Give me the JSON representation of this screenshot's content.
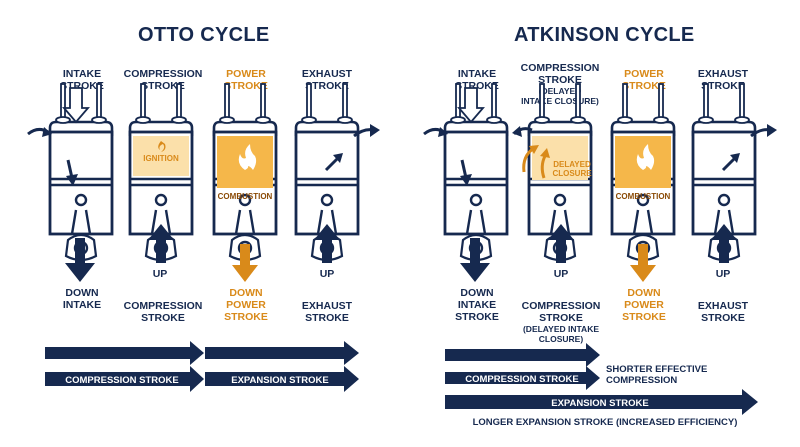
{
  "otto": {
    "title": "OTTO CYCLE",
    "top_labels": [
      "INTAKE\nSTROKE",
      "COMPRESSION\nSTROKE",
      "POWER\nSTROKE",
      "EXHAUST\nSTROKE"
    ],
    "inner_labels": {
      "ignition": "IGNITION",
      "combustion": "COMBUSTION"
    },
    "motion_labels": [
      "DOWN\nINTAKE",
      "UP",
      "DOWN\nPOWER\nSTROKE",
      "UP"
    ],
    "bottom_labels": [
      "COMPRESSION\nSTROKE",
      "EXHAUST\nSTROKE"
    ],
    "bars": {
      "compression": "COMPRESSION STROKE",
      "expansion": "EXPANSION STROKE"
    }
  },
  "atkinson": {
    "title": "ATKINSON CYCLE",
    "top_labels": [
      "INTAKE\nSTROKE",
      "COMPRESSION\nSTROKE",
      "(DELAYED\nINTAKE CLOSURE)",
      "POWER\nSTROKE",
      "EXHAUST\nSTROKE"
    ],
    "inner_labels": {
      "delayed_closure": "DELAYED\nCLOSURE",
      "combustion": "COMBUSTION"
    },
    "motion_labels": [
      "DOWN\nINTAKE\nSTROKE",
      "UP",
      "DOWN\nPOWER\nSTROKE",
      "UP"
    ],
    "bottom_labels": [
      "COMPRESSION\nSTROKE",
      "(DELAYED INTAKE\nCLOSURE)",
      "EXHAUST\nSTROKE"
    ],
    "bars": {
      "compression": "COMPRESSION STROKE",
      "expansion": "EXPANSION STROKE"
    },
    "notes": {
      "shorter": "SHORTER EFFECTIVE\nCOMPRESSION",
      "longer": "LONGER EXPANSION STROKE (INCREASED EFFICIENCY)"
    }
  },
  "colors": {
    "navy": "#16294f",
    "orange": "#d98a1a",
    "light_orange": "#fbe0aa",
    "fill_orange": "#f5b74a"
  }
}
